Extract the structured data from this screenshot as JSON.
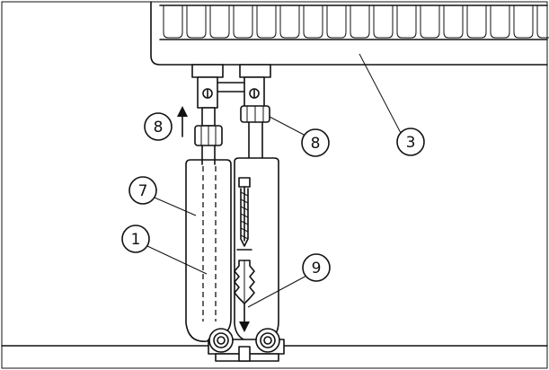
{
  "callouts": {
    "c1": "1",
    "c3": "3",
    "c7": "7",
    "c8_left": "8",
    "c8_right": "8",
    "c9": "9"
  },
  "colors": {
    "line": "#111111",
    "background": "#ffffff"
  }
}
